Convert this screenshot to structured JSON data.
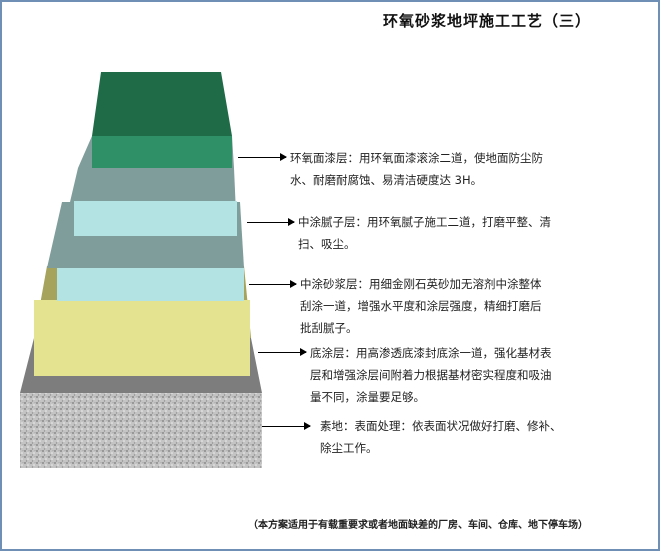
{
  "title": "环氧砂浆地坪施工工艺（三）",
  "layers": [
    {
      "label": "环氧面漆层：",
      "lines": [
        "用环氧面漆滚涂二道，使地面防尘防",
        "水、耐磨耐腐蚀、易清洁硬度达 3H。"
      ],
      "color_top": "#1f6b47",
      "color_front": "#2f8f66"
    },
    {
      "label": "中涂腻子层：",
      "lines": [
        "用环氧腻子施工二道，打磨平整、清",
        "扫、吸尘。"
      ],
      "color_top": "#7f9d9b",
      "color_front": "#b3e3e2"
    },
    {
      "label": "中涂砂浆层：",
      "lines": [
        "用细金刚石英砂加无溶剂中涂整体",
        "刮涂一道，增强水平度和涂层强度，精细打磨后",
        "批刮腻子。"
      ],
      "color_top": "#7f9d9b",
      "color_front": "#b3e3e2"
    },
    {
      "label": "底涂层：",
      "lines": [
        "用高渗透底漆封底涂一道，强化基材表",
        "层和增强涂层间附着力根据基材密实程度和吸油",
        "量不同，涂量要足够。"
      ],
      "color_top": "#a6a35c",
      "color_front": "#e4e38f"
    },
    {
      "label": "素地：",
      "lines": [
        "表面处理：依表面状况做好打磨、修补、",
        "除尘工作。"
      ],
      "color_top": "#7a7a7a",
      "color_front": "#b8b8b8"
    }
  ],
  "footnote": "（本方案适用于有载重要求或者地面缺差的厂房、车间、仓库、地下停车场）"
}
